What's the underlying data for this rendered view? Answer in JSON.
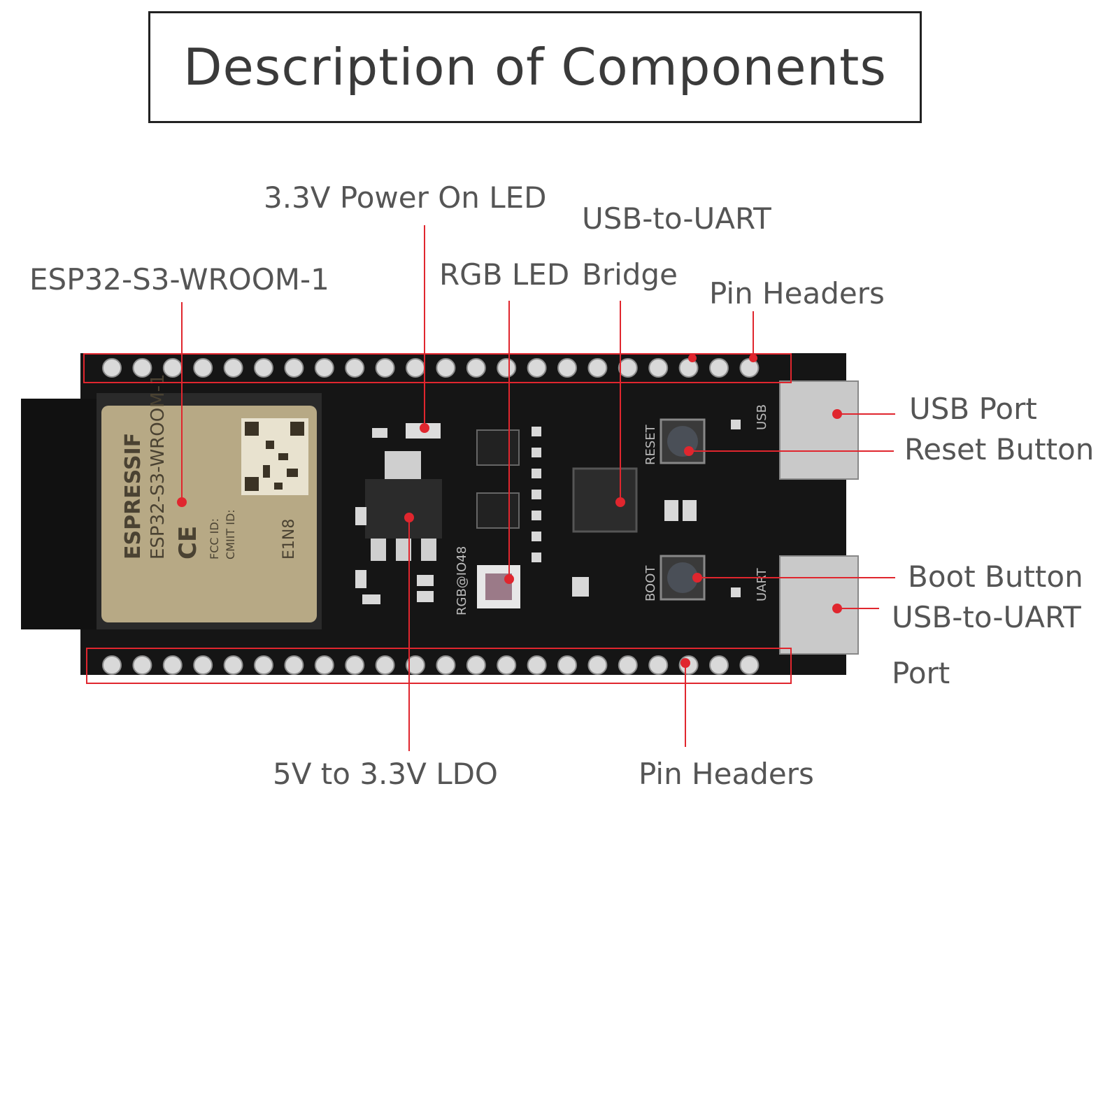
{
  "title": "Description of Components",
  "labels": {
    "power_led": "3.3V Power On LED",
    "usb_uart_bridge_line1": "USB-to-UART",
    "usb_uart_bridge_line2": "Bridge",
    "module": "ESP32-S3-WROOM-1",
    "rgb_led": "RGB LED",
    "pin_headers_top": "Pin Headers",
    "usb_port": "USB Port",
    "reset_button": "Reset Button",
    "boot_button": "Boot Button",
    "usb_uart_port_line1": "USB-to-UART",
    "usb_uart_port_line2": "Port",
    "ldo": "5V to 3.3V LDO",
    "pin_headers_bottom": "Pin Headers"
  },
  "board_text": {
    "brand": "ESPRESSIF",
    "module_name": "ESP32-S3-WROOM-1",
    "ce_mark": "CE",
    "fcc": "FCC ID:",
    "cmiit": "CMIIT ID:",
    "flash": "E1N8",
    "silk_reset": "RESET",
    "silk_boot": "BOOT",
    "silk_usb": "USB",
    "silk_uart": "UART",
    "silk_rgb": "RGB@IO48"
  },
  "colors": {
    "callout": "#e0262e",
    "board": "#151515",
    "label_text": "#555555"
  }
}
